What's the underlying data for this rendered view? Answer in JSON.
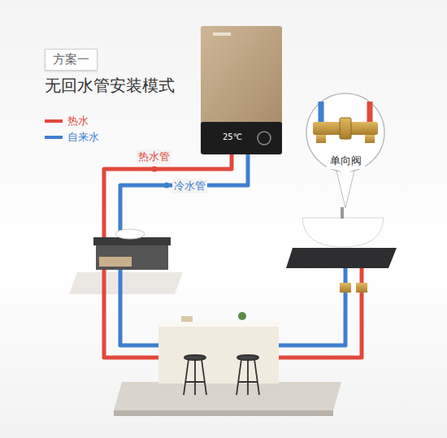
{
  "diagram": {
    "title": "无回水管安装模式",
    "nodes": [
      {
        "text": [
          "方案一"
        ]
      },
      {
        "text": [
          "单向阀"
        ]
      }
    ],
    "labels": [
      "热水管",
      "冷水管",
      "25℃"
    ],
    "legend": [
      {
        "text": "热水",
        "color": "#e2483c"
      },
      {
        "text": "自来水",
        "color": "#3f7fcf"
      }
    ]
  }
}
